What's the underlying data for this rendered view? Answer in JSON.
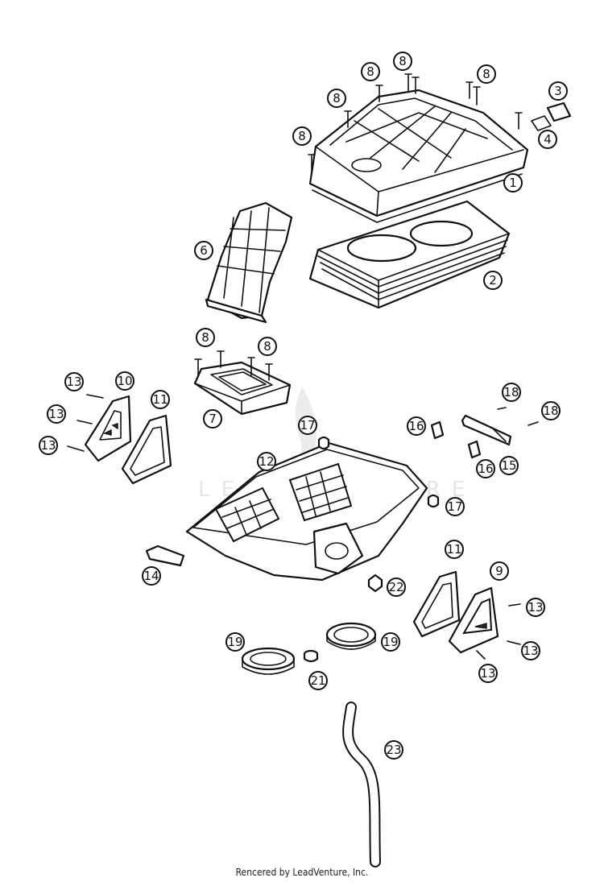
{
  "watermark": {
    "text": "LEADVENTURE"
  },
  "credit": "Rencered by LeadVenture, Inc.",
  "callouts": [
    {
      "id": "c1",
      "label": "1"
    },
    {
      "id": "c2",
      "label": "2"
    },
    {
      "id": "c3",
      "label": "3"
    },
    {
      "id": "c4",
      "label": "4"
    },
    {
      "id": "c6",
      "label": "6"
    },
    {
      "id": "c7",
      "label": "7"
    },
    {
      "id": "c8a",
      "label": "8"
    },
    {
      "id": "c8b",
      "label": "8"
    },
    {
      "id": "c8c",
      "label": "8"
    },
    {
      "id": "c8d",
      "label": "8"
    },
    {
      "id": "c8e",
      "label": "8"
    },
    {
      "id": "c8f",
      "label": "8"
    },
    {
      "id": "c8g",
      "label": "8"
    },
    {
      "id": "c9",
      "label": "9"
    },
    {
      "id": "c10",
      "label": "10"
    },
    {
      "id": "c11a",
      "label": "11"
    },
    {
      "id": "c11b",
      "label": "11"
    },
    {
      "id": "c12",
      "label": "12"
    },
    {
      "id": "c13a",
      "label": "13"
    },
    {
      "id": "c13b",
      "label": "13"
    },
    {
      "id": "c13c",
      "label": "13"
    },
    {
      "id": "c13d",
      "label": "13"
    },
    {
      "id": "c13e",
      "label": "13"
    },
    {
      "id": "c13f",
      "label": "13"
    },
    {
      "id": "c14",
      "label": "14"
    },
    {
      "id": "c15",
      "label": "15"
    },
    {
      "id": "c16a",
      "label": "16"
    },
    {
      "id": "c16b",
      "label": "16"
    },
    {
      "id": "c17a",
      "label": "17"
    },
    {
      "id": "c17b",
      "label": "17"
    },
    {
      "id": "c18a",
      "label": "18"
    },
    {
      "id": "c18b",
      "label": "18"
    },
    {
      "id": "c19a",
      "label": "19"
    },
    {
      "id": "c19b",
      "label": "19"
    },
    {
      "id": "c21",
      "label": "21"
    },
    {
      "id": "c22",
      "label": "22"
    },
    {
      "id": "c23",
      "label": "23"
    }
  ]
}
